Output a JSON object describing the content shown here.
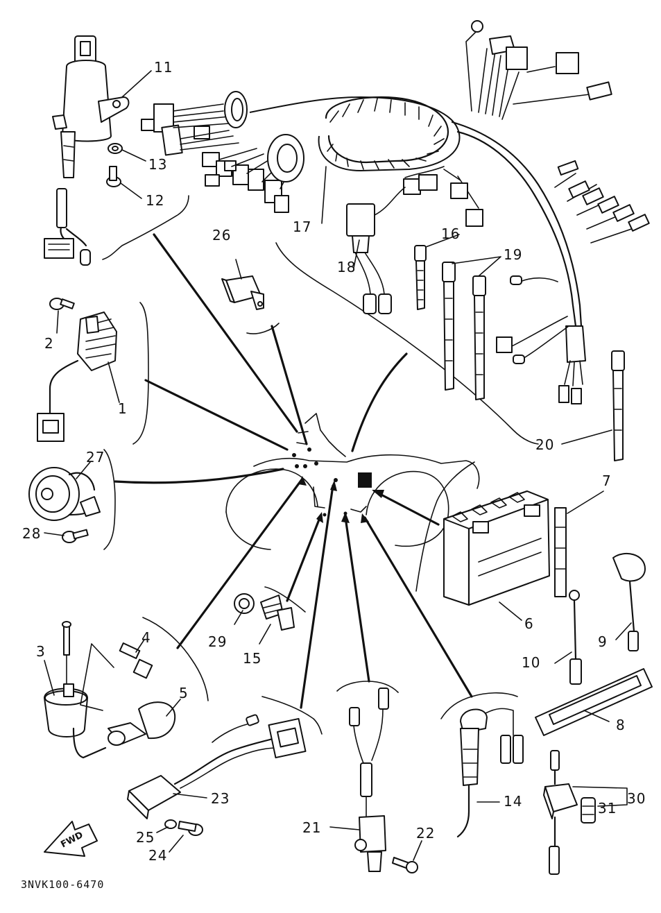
{
  "diagram": {
    "drawing_code": "3NVK100-6470",
    "fwd_label": "FWD",
    "callouts": [
      {
        "id": "c1",
        "text": "1"
      },
      {
        "id": "c2",
        "text": "2"
      },
      {
        "id": "c3",
        "text": "3"
      },
      {
        "id": "c4",
        "text": "4"
      },
      {
        "id": "c5",
        "text": "5"
      },
      {
        "id": "c6",
        "text": "6"
      },
      {
        "id": "c7",
        "text": "7"
      },
      {
        "id": "c8",
        "text": "8"
      },
      {
        "id": "c9",
        "text": "9"
      },
      {
        "id": "c10",
        "text": "10"
      },
      {
        "id": "c11",
        "text": "11"
      },
      {
        "id": "c12",
        "text": "12"
      },
      {
        "id": "c13",
        "text": "13"
      },
      {
        "id": "c14",
        "text": "14"
      },
      {
        "id": "c15",
        "text": "15"
      },
      {
        "id": "c16",
        "text": "16"
      },
      {
        "id": "c17",
        "text": "17"
      },
      {
        "id": "c18",
        "text": "18"
      },
      {
        "id": "c19",
        "text": "19"
      },
      {
        "id": "c20",
        "text": "20"
      },
      {
        "id": "c21",
        "text": "21"
      },
      {
        "id": "c22",
        "text": "22"
      },
      {
        "id": "c23",
        "text": "23"
      },
      {
        "id": "c24",
        "text": "24"
      },
      {
        "id": "c25",
        "text": "25"
      },
      {
        "id": "c26",
        "text": "26"
      },
      {
        "id": "c27",
        "text": "27"
      },
      {
        "id": "c28",
        "text": "28"
      },
      {
        "id": "c29",
        "text": "29"
      },
      {
        "id": "c30",
        "text": "30"
      },
      {
        "id": "c31",
        "text": "31"
      }
    ]
  }
}
